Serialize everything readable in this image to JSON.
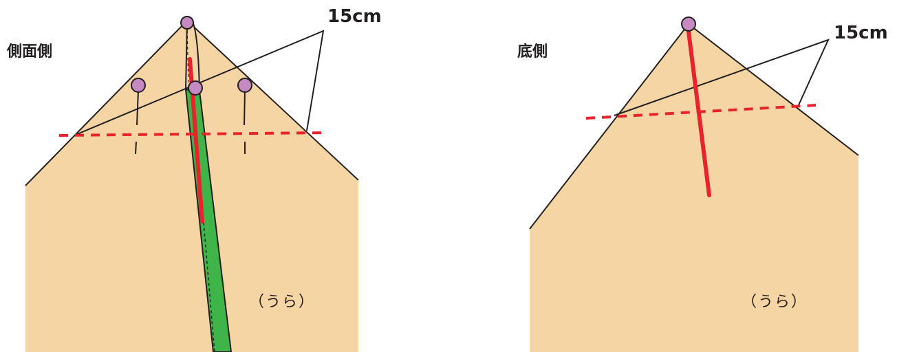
{
  "left_panel": {
    "side_label": "側面側",
    "measure_label": "15cm",
    "fabric_note": "（うら）"
  },
  "right_panel": {
    "side_label": "底側",
    "measure_label": "15cm",
    "fabric_note": "（うら）"
  },
  "colors": {
    "fabric": "#f5d5a3",
    "outline": "#231f20",
    "sew_line": "#e8232c",
    "seam_allowance": "#3fb549",
    "pin_head": "#c68ac3"
  }
}
